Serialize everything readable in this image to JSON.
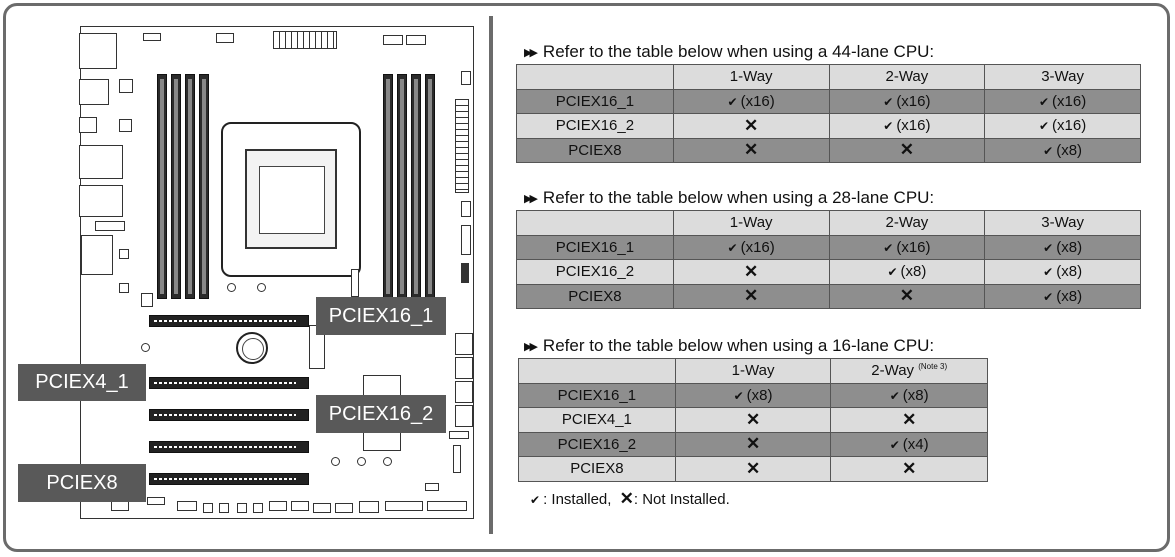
{
  "labels": {
    "pciex16_1": "PCIEX16_1",
    "pciex4_1": "PCIEX4_1",
    "pciex16_2": "PCIEX16_2",
    "pciex8": "PCIEX8"
  },
  "tables": [
    {
      "title": "Refer to the table below when using a 44-lane CPU:",
      "headers": [
        "",
        "1-Way",
        "2-Way",
        "3-Way"
      ],
      "rows": [
        {
          "slot": "PCIEX16_1",
          "cells": [
            {
              "t": "check",
              "v": "(x16)"
            },
            {
              "t": "check",
              "v": "(x16)"
            },
            {
              "t": "check",
              "v": "(x16)"
            }
          ]
        },
        {
          "slot": "PCIEX16_2",
          "cells": [
            {
              "t": "cross",
              "v": "✕"
            },
            {
              "t": "check",
              "v": "(x16)"
            },
            {
              "t": "check",
              "v": "(x16)"
            }
          ]
        },
        {
          "slot": "PCIEX8",
          "cells": [
            {
              "t": "cross",
              "v": "✕"
            },
            {
              "t": "cross",
              "v": "✕"
            },
            {
              "t": "check",
              "v": "(x8)"
            }
          ]
        }
      ]
    },
    {
      "title": "Refer to the table below when using a 28-lane CPU:",
      "headers": [
        "",
        "1-Way",
        "2-Way",
        "3-Way"
      ],
      "rows": [
        {
          "slot": "PCIEX16_1",
          "cells": [
            {
              "t": "check",
              "v": "(x16)"
            },
            {
              "t": "check",
              "v": "(x16)"
            },
            {
              "t": "check",
              "v": "(x8)"
            }
          ]
        },
        {
          "slot": "PCIEX16_2",
          "cells": [
            {
              "t": "cross",
              "v": "✕"
            },
            {
              "t": "check",
              "v": "(x8)"
            },
            {
              "t": "check",
              "v": "(x8)"
            }
          ]
        },
        {
          "slot": "PCIEX8",
          "cells": [
            {
              "t": "cross",
              "v": "✕"
            },
            {
              "t": "cross",
              "v": "✕"
            },
            {
              "t": "check",
              "v": "(x8)"
            }
          ]
        }
      ]
    },
    {
      "title": "Refer to the table below when using a 16-lane CPU:",
      "headers": [
        "",
        "1-Way",
        "2-Way"
      ],
      "note": "(Note 3)",
      "rows": [
        {
          "slot": "PCIEX16_1",
          "cells": [
            {
              "t": "check",
              "v": "(x8)"
            },
            {
              "t": "check",
              "v": "(x8)"
            }
          ]
        },
        {
          "slot": "PCIEX4_1",
          "cells": [
            {
              "t": "cross",
              "v": "✕"
            },
            {
              "t": "cross",
              "v": "✕"
            }
          ]
        },
        {
          "slot": "PCIEX16_2",
          "cells": [
            {
              "t": "cross",
              "v": "✕"
            },
            {
              "t": "check",
              "v": "(x4)"
            }
          ]
        },
        {
          "slot": "PCIEX8",
          "cells": [
            {
              "t": "cross",
              "v": "✕"
            },
            {
              "t": "cross",
              "v": "✕"
            }
          ]
        }
      ]
    }
  ],
  "legend": {
    "check_icon": "check-icon",
    "installed": ": Installed,",
    "cross_icon": "cross-icon",
    "not_installed": ": Not Installed."
  },
  "symbols": {
    "check": "✔",
    "cross": "✕",
    "arrow": "▶▶"
  }
}
